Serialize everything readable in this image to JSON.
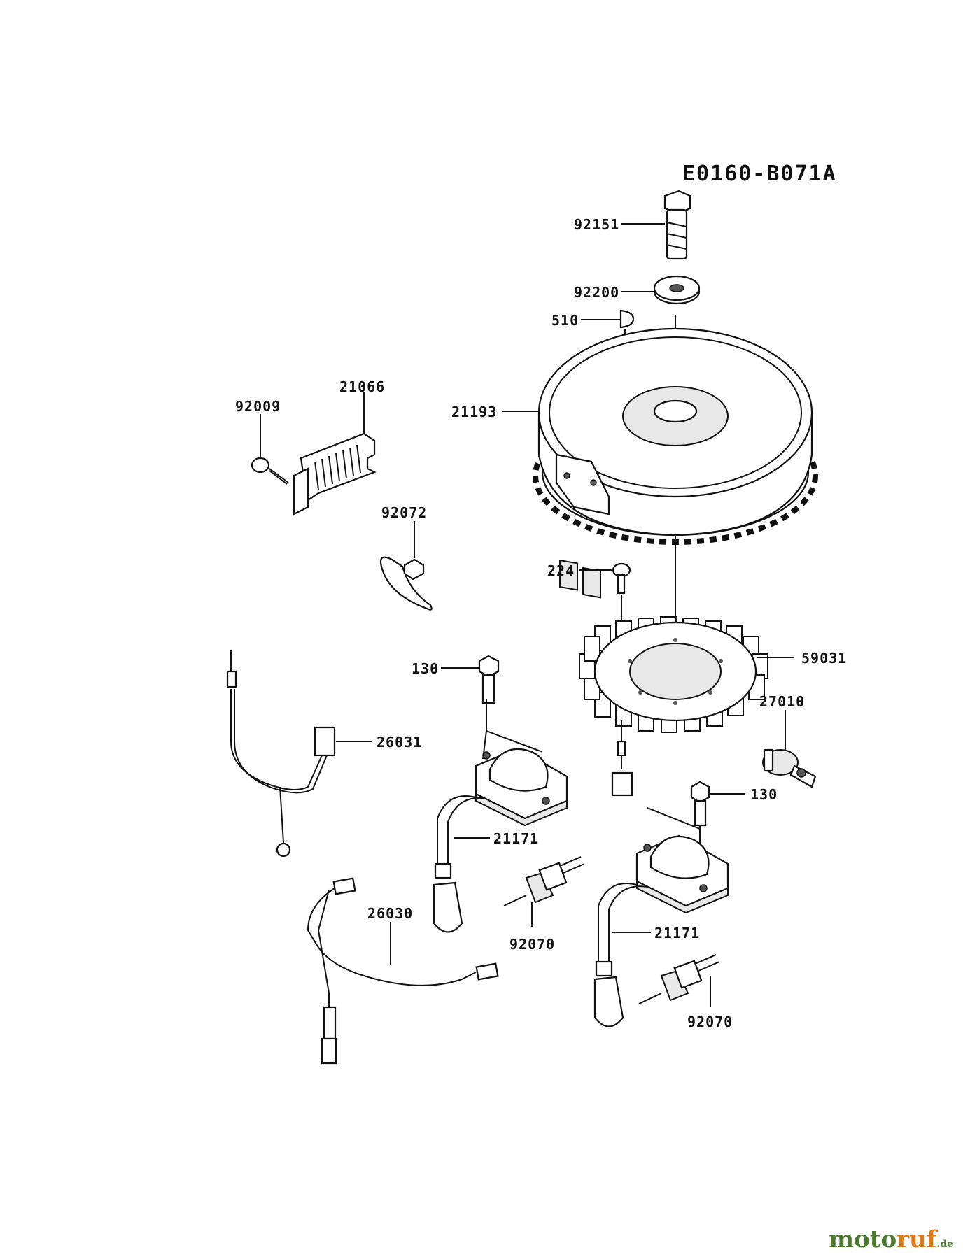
{
  "diagram_code": "E0160-B071A",
  "labels": {
    "p92151": "92151",
    "p92200": "92200",
    "p510": "510",
    "p21193": "21193",
    "p21066": "21066",
    "p92009": "92009",
    "p92072": "92072",
    "p224": "224",
    "p59031": "59031",
    "p130a": "130",
    "p27010": "27010",
    "p26031": "26031",
    "p130b": "130",
    "p21171a": "21171",
    "p92070a": "92070",
    "p26030": "26030",
    "p21171b": "21171",
    "p92070b": "92070"
  },
  "watermark": {
    "main": "moto",
    "accent": "ruf",
    "suffix": ".de"
  }
}
